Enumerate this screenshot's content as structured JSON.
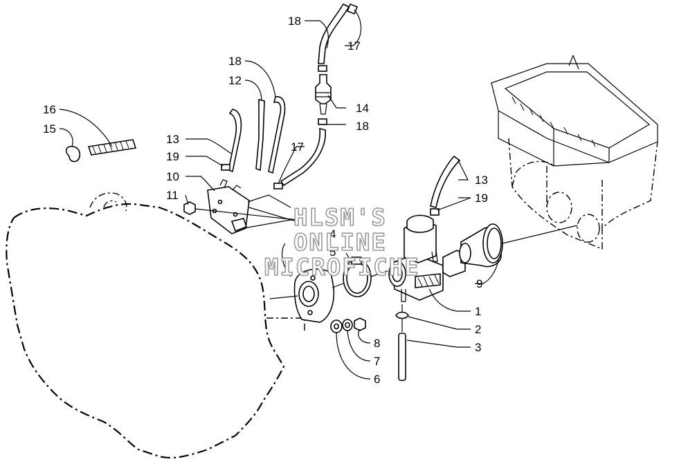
{
  "watermark": {
    "line1": "HLSM'S",
    "line2": "ONLINE",
    "line3": "MICROFICHE"
  },
  "callouts": {
    "c1": "1",
    "c2": "2",
    "c3": "3",
    "c4": "4",
    "c5": "5",
    "c6": "6",
    "c7": "7",
    "c8": "8",
    "c9": "9",
    "c10": "10",
    "c11": "11",
    "c12": "12",
    "c13a": "13",
    "c13b": "13",
    "c14": "14",
    "c15": "15",
    "c16": "16",
    "c17a": "17",
    "c17b": "17",
    "c18a": "18",
    "c18b": "18",
    "c18c": "18",
    "c19a": "19",
    "c19b": "19"
  }
}
